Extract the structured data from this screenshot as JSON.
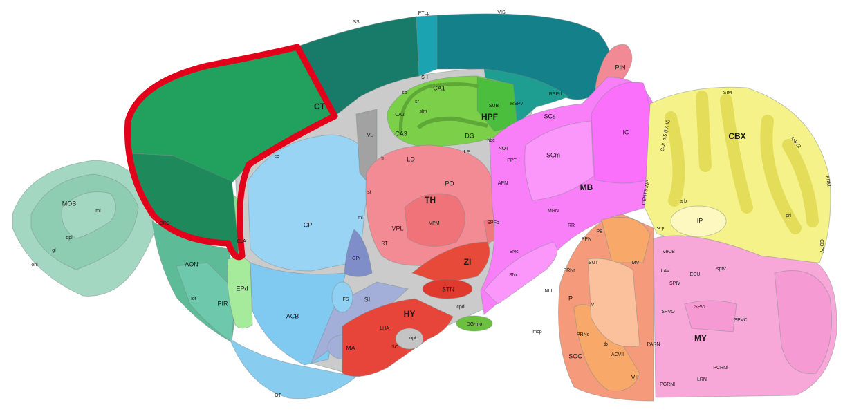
{
  "figure": {
    "type": "sagittal brain atlas section",
    "highlight_color": "#e3001b",
    "colors": {
      "frontal_cortex": "#22a05e",
      "isocortex": "#187a68",
      "visual_cortex": "#13808a",
      "ptlp": "#1ba3b2",
      "hippocampus": "#7ccf48",
      "striatum": "#99d4f5",
      "thalamus": "#f28b94",
      "hypothalamus": "#e8453a",
      "midbrain": "#f97ff8",
      "cerebellum": "#f5f28a",
      "pons": "#f8a46e",
      "medulla": "#f7a8d8",
      "olfactory": "#9fd5be",
      "fiber_tracts": "#cbcbcb"
    }
  },
  "labels": {
    "SS": "SS",
    "PTLp": "PTLp",
    "VIS": "VIS",
    "PIN": "PIN",
    "RSPd": "RSPd",
    "RSPv": "RSPv",
    "SH": "SH",
    "CT": "CT",
    "ORB": "ORB",
    "CLA": "CLA",
    "MOB": "MOB",
    "AON": "AON",
    "PIR": "PIR",
    "EPd": "EPd",
    "lot": "lot",
    "opl": "opl",
    "gl": "gl",
    "onl": "onl",
    "mi": "mi",
    "OT": "OT",
    "cc": "cc",
    "CA1": "CA1",
    "CA2": "CA2",
    "CA3": "CA3",
    "DG": "DG",
    "HPF": "HPF",
    "SUB": "SUB",
    "so": "so",
    "sr": "sr",
    "slm": "slm",
    "VL": "VL",
    "fi": "fi",
    "LD": "LD",
    "LP": "LP",
    "PO": "PO",
    "TH": "TH",
    "VPL": "VPL",
    "VPM": "VPM",
    "SPFp": "SPFp",
    "RT": "RT",
    "st": "st",
    "ml": "ml",
    "CP": "CP",
    "ACB": "ACB",
    "GPi": "GPi",
    "FS": "FS",
    "SI": "SI",
    "MA": "MA",
    "HY": "HY",
    "LHA": "LHA",
    "SO": "SO",
    "opt": "opt",
    "ZI": "ZI",
    "STN": "STN",
    "cpd": "cpd",
    "DGmed": "DG-mo",
    "SCs": "SCs",
    "SCm": "SCm",
    "IC": "IC",
    "MB": "MB",
    "APN": "APN",
    "NOT": "NOT",
    "PPT": "PPT",
    "MRN": "MRN",
    "RR": "RR",
    "PPN": "PPN",
    "SNc": "SNc",
    "SNr": "SNr",
    "hbc": "hbc",
    "CBX": "CBX",
    "SIM": "SIM",
    "AN": "ANcr2",
    "PRM": "PRM",
    "COPY": "COPY",
    "CUL": "CUL 4,5 (IV, V)",
    "CENT3": "CENT3 ING",
    "arb": "arb",
    "IP": "IP",
    "pri": "pri",
    "scp": "scp",
    "VeCB": "VeCB",
    "PB": "PB",
    "SUT": "SUT",
    "PRNr": "PRNr",
    "P": "P",
    "V": "V",
    "NLL": "NLL",
    "mcp": "mcp",
    "SOC": "SOC",
    "PRNc": "PRNc",
    "VII": "VII",
    "PGRNl": "PGRNl",
    "PCRNl": "PCRNl",
    "LRN": "LRN",
    "MY": "MY",
    "PARN": "PARN",
    "SPVC": "SPVC",
    "SPVI": "SPVI",
    "SPVO": "SPVO",
    "ECU": "ECU",
    "LAV": "LAV",
    "SPIV": "SPIV",
    "MV": "MV",
    "ACVII": "ACVII",
    "sptV": "sptV",
    "tb": "tb"
  }
}
